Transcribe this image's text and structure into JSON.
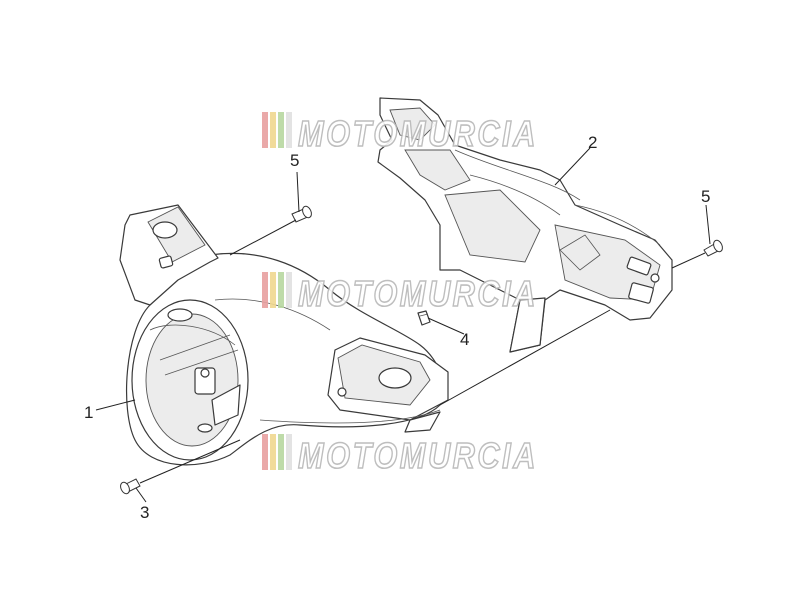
{
  "watermark": {
    "text": "MOTOMURCIA",
    "stripe_colors": [
      "#e8a0a0",
      "#f0d890",
      "#b8d8a0",
      "#e0e0e0"
    ]
  },
  "callouts": [
    {
      "id": "1",
      "label": "1"
    },
    {
      "id": "2",
      "label": "2"
    },
    {
      "id": "3",
      "label": "3"
    },
    {
      "id": "4",
      "label": "4"
    },
    {
      "id": "5a",
      "label": "5"
    },
    {
      "id": "5b",
      "label": "5"
    }
  ]
}
